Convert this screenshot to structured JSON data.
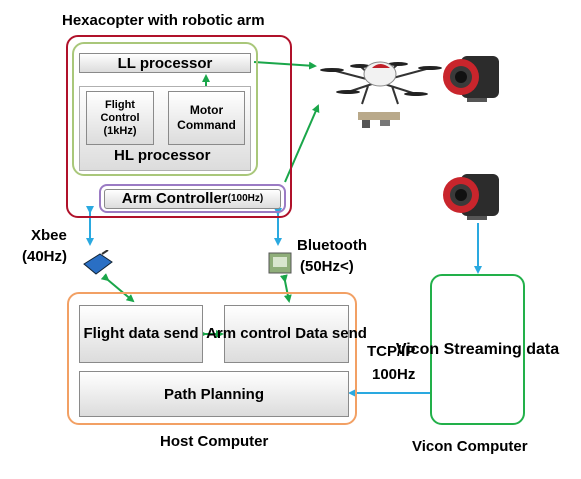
{
  "hexacopter": {
    "title": "Hexacopter with robotic arm",
    "ll_processor": "LL processor",
    "hl_processor": "HL processor",
    "flight_control": "Flight Control (1kHz)",
    "motor_command": "Motor Command",
    "arm_controller": "Arm Controller",
    "arm_controller_rate": "(100Hz)"
  },
  "links": {
    "xbee": "Xbee",
    "xbee_rate": "(40Hz)",
    "bluetooth": "Bluetooth",
    "bluetooth_rate": "(50Hz<)",
    "tcpip": "TCP/IP",
    "tcpip_rate": "100Hz"
  },
  "host": {
    "title": "Host Computer",
    "flight_data_send": "Flight data send",
    "arm_control_send": "Arm control Data send",
    "path_planning": "Path Planning"
  },
  "vicon": {
    "title": "Vicon Computer",
    "streaming": "Vicon Streaming data"
  },
  "colors": {
    "hexacopter_border": "#b0112a",
    "hl_border": "#a9c77a",
    "arm_border": "#9b7bc4",
    "host_border": "#f2a064",
    "vicon_border": "#22b04a",
    "green_arrow": "#1aa64a",
    "blue_arrow": "#2aa9e0"
  }
}
